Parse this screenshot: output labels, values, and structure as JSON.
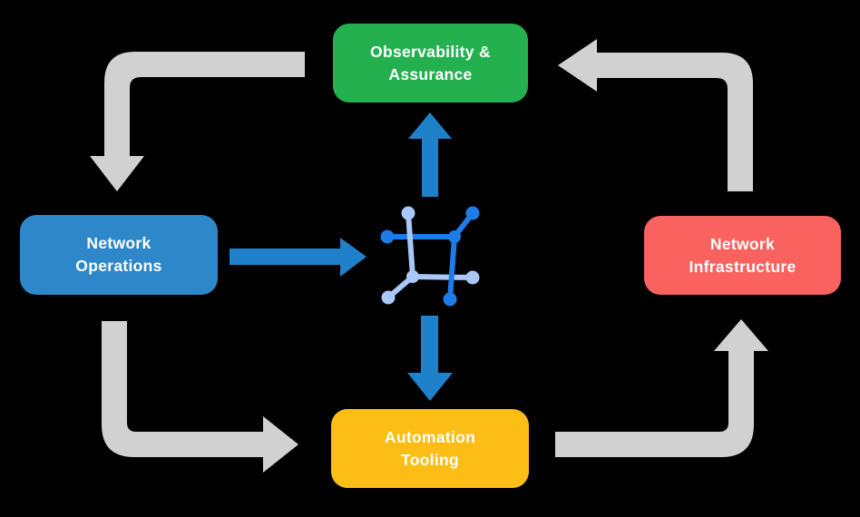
{
  "colors": {
    "background": "#000000",
    "arrow_gray": "#D1D1D1",
    "arrow_blue": "#1F81C9",
    "icon_dark_blue": "#1E7CE8",
    "icon_light_blue": "#A9C8F7",
    "text_white": "#FFFFFF",
    "node_green": "#25B050",
    "node_blue": "#2E87C8",
    "node_red": "#F9625F",
    "node_yellow": "#FCBD16"
  },
  "nodes": {
    "observability": {
      "line1": "Observability &",
      "line2": "Assurance",
      "color": "#25B050"
    },
    "operations": {
      "line1": "Network",
      "line2": "Operations",
      "color": "#2E87C8"
    },
    "infrastructure": {
      "line1": "Network",
      "line2": "Infrastructure",
      "color": "#F9625F"
    },
    "automation": {
      "line1": "Automation",
      "line2": "Tooling",
      "color": "#FCBD16"
    }
  },
  "icon": {
    "name": "network-automation-icon"
  },
  "edges": {
    "outer_cycle_gray": [
      {
        "from": "observability",
        "to": "operations",
        "shape": "elbow-left-then-down",
        "head": "down"
      },
      {
        "from": "operations",
        "to": "automation",
        "shape": "elbow-down-then-right",
        "head": "right"
      },
      {
        "from": "automation",
        "to": "infrastructure",
        "shape": "elbow-right-then-up",
        "head": "up"
      },
      {
        "from": "infrastructure",
        "to": "observability",
        "shape": "elbow-up-then-left",
        "head": "left"
      }
    ],
    "inner_blue": [
      {
        "from": "operations",
        "to": "center-icon",
        "head": "right"
      },
      {
        "from": "center-icon",
        "to": "observability",
        "head": "up"
      },
      {
        "from": "center-icon",
        "to": "automation",
        "head": "down"
      }
    ]
  }
}
